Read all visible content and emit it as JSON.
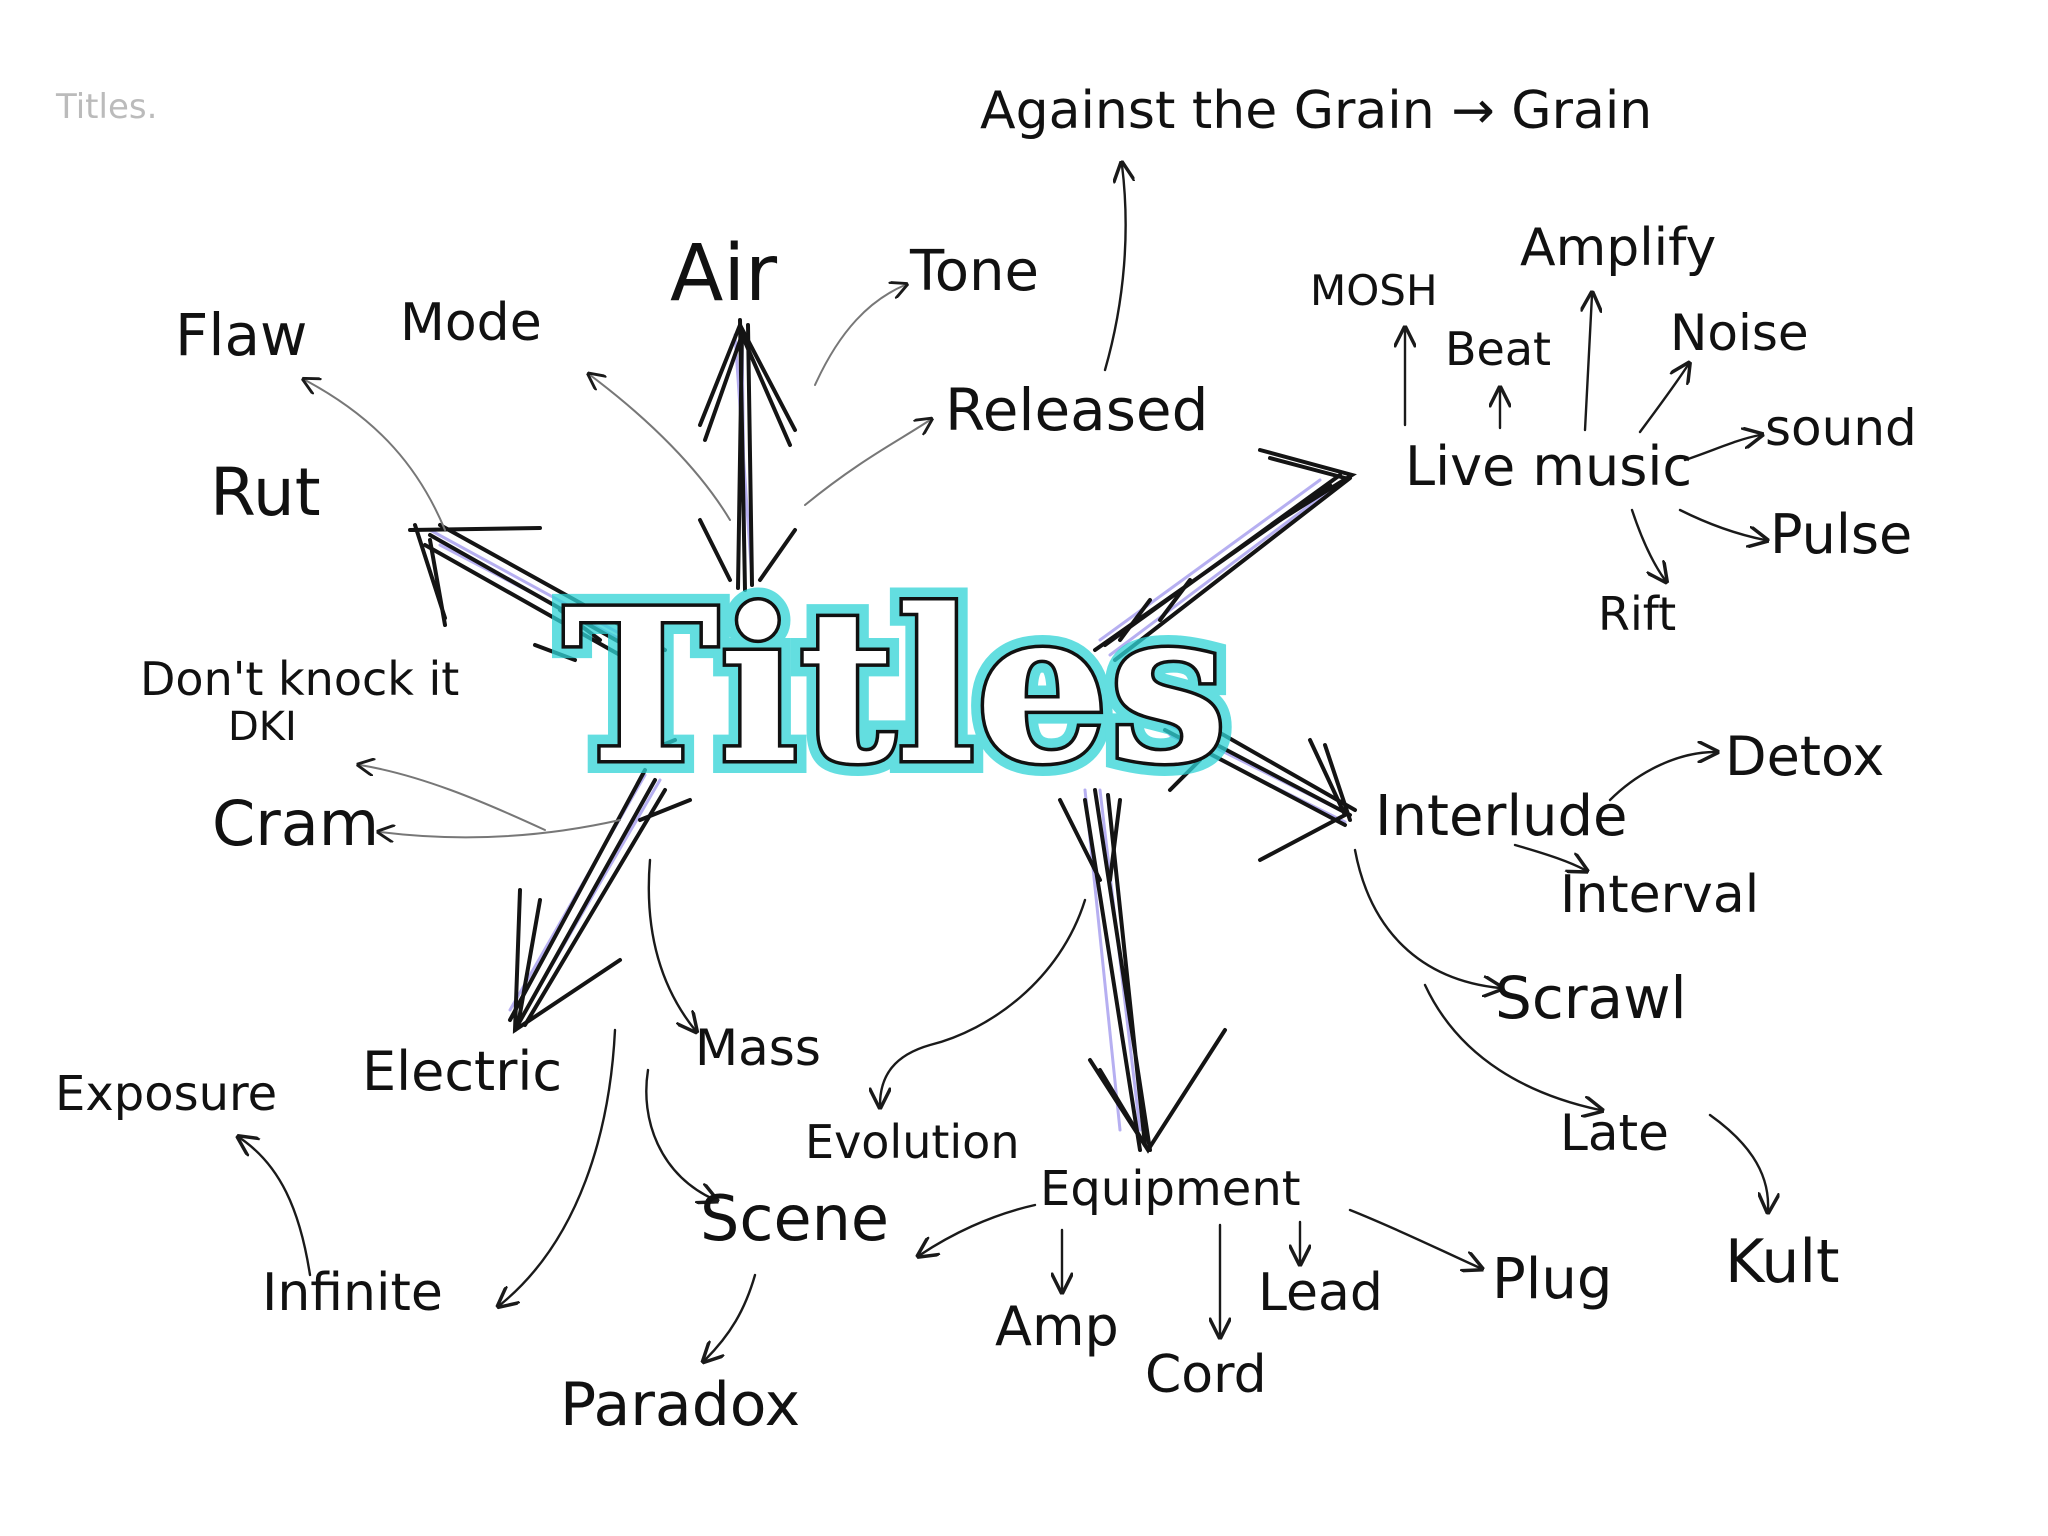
{
  "corner_note": "Titles.",
  "center": "Titles",
  "words": {
    "against": "Against the Grain → Grain",
    "air": "Air",
    "tone": "Tone",
    "released": "Released",
    "flaw": "Flaw",
    "mode": "Mode",
    "rut": "Rut",
    "dont_knock": "Don't knock it",
    "dki": "DKI",
    "cram": "Cram",
    "mosh": "MOSH",
    "amplify": "Amplify",
    "beat": "Beat",
    "noise": "Noise",
    "live_music": "Live music",
    "sound": "sound",
    "pulse": "Pulse",
    "rift": "Rift",
    "interlude": "Interlude",
    "detox": "Detox",
    "interval": "Interval",
    "scrawl": "Scrawl",
    "late": "Late",
    "kult": "Kult",
    "electric": "Electric",
    "mass": "Mass",
    "exposure": "Exposure",
    "infinite": "Infinite",
    "scene": "Scene",
    "paradox": "Paradox",
    "evolution": "Evolution",
    "equipment": "Equipment",
    "amp": "Amp",
    "cord": "Cord",
    "lead": "Lead",
    "plug": "Plug"
  },
  "colors": {
    "ink": "#111111",
    "highlight": "#2fd3d6",
    "spike_tint": "#7a6ee6"
  }
}
